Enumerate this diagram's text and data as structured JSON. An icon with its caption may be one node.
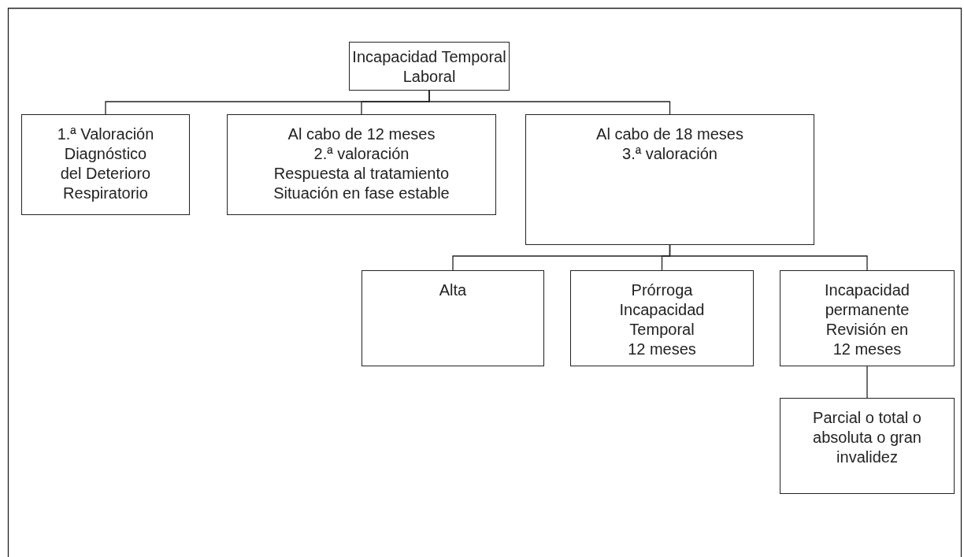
{
  "diagram": {
    "nodes": [
      {
        "text": [
          "Incapacidad Temporal Laboral"
        ]
      },
      {
        "text": [
          "1.ª Valoración",
          "Diagnóstico del Deterioro Respiratorio"
        ]
      },
      {
        "text": [
          "Al cabo de 12 meses",
          "2.ª valoración",
          "Respuesta al tratamiento",
          "Situación en fase estable"
        ]
      },
      {
        "text": [
          "Al cabo de 18 meses",
          "3.ª valoración"
        ]
      },
      {
        "text": [
          "Alta"
        ]
      },
      {
        "text": [
          "Prórroga Incapacidad Temporal",
          "12 meses"
        ]
      },
      {
        "text": [
          "Incapacidad permanente",
          "Revisión en 12 meses"
        ]
      },
      {
        "text": [
          "Parcial o total o absoluta o gran invalidez"
        ]
      }
    ],
    "edges": [
      {
        "from": 0,
        "to": 1,
        "arrow": "none"
      },
      {
        "from": 0,
        "to": 2,
        "arrow": "none"
      },
      {
        "from": 0,
        "to": 3,
        "arrow": "none"
      },
      {
        "from": 3,
        "to": 4,
        "arrow": "none"
      },
      {
        "from": 3,
        "to": 5,
        "arrow": "none"
      },
      {
        "from": 3,
        "to": 6,
        "arrow": "none"
      },
      {
        "from": 6,
        "to": 7,
        "arrow": "none"
      }
    ]
  }
}
